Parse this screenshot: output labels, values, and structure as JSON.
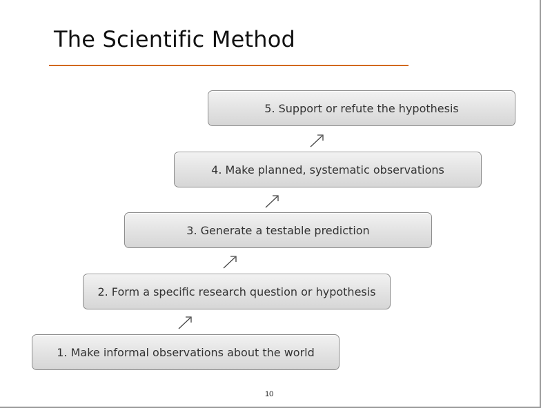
{
  "slide": {
    "title": "The Scientific Method",
    "accent_color": "#d2691e",
    "page_number": "10",
    "steps": [
      {
        "label": "1. Make informal observations about the world"
      },
      {
        "label": "2. Form a specific research question or hypothesis"
      },
      {
        "label": "3. Generate a testable prediction"
      },
      {
        "label": "4. Make planned, systematic observations"
      },
      {
        "label": "5. Support or refute the hypothesis"
      }
    ],
    "connector_icon": "arrow-up-right-icon"
  }
}
